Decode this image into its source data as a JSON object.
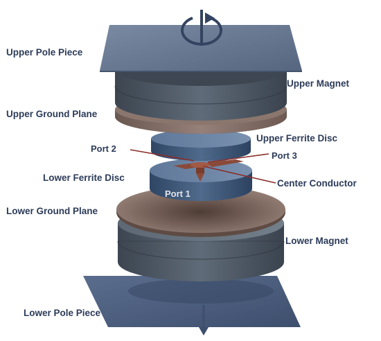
{
  "labels": {
    "upper_pole_piece": "Upper Pole Piece",
    "upper_magnet": "Upper Magnet",
    "upper_ground_plane": "Upper Ground Plane",
    "upper_ferrite_disc": "Upper Ferrite Disc",
    "port_2": "Port 2",
    "port_3": "Port 3",
    "lower_ferrite_disc": "Lower Ferrite Disc",
    "center_conductor": "Center Conductor",
    "port_1": "Port 1",
    "lower_ground_plane": "Lower Ground Plane",
    "lower_magnet": "Lower Magnet",
    "lower_pole_piece": "Lower Pole Piece"
  },
  "colors": {
    "plate": "#5d6e8a",
    "magnet": "#4d5966",
    "ground_plane": "#7e695f",
    "ferrite": "#3f5a7a",
    "conductor": "#8a4a38",
    "label": "#2c3b58",
    "leader": "#8b2e2a"
  },
  "icons": {
    "rotation": "rotation-arrow-icon",
    "field_direction": "down-arrow-icon"
  }
}
